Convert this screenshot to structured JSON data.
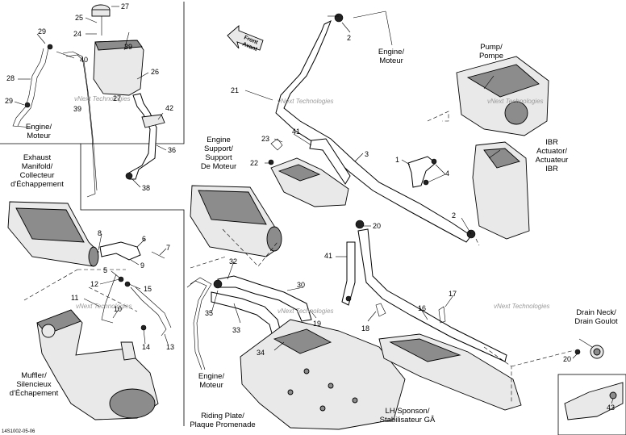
{
  "document_code": "14S1002-05-06",
  "watermark": "vNext Technologies",
  "arrow": {
    "line1": "Front",
    "line2": "Avant"
  },
  "labels": {
    "engine_moteur": "Engine/\nMoteur",
    "pump": "Pump/\nPompe",
    "ibr_actuator": "IBR\nActuator/\nActuateur\nIBR",
    "engine_support": "Engine\nSupport/\nSupport\nDe Moteur",
    "exhaust_manifold": "Exhaust\nManifold/\nCollecteur\nd'Échappement",
    "muffler": "Muffler/\nSilencieux\nd'Échapement",
    "riding_plate": "Riding Plate/\nPlaque Promenade",
    "lh_sponson": "LH Sponson/\nStabilisateur GÂ",
    "drain_neck": "Drain Neck/\nDrain Goulot"
  },
  "callouts": {
    "c1": "1",
    "c2": "2",
    "c3": "3",
    "c4": "4",
    "c5": "5",
    "c6": "6",
    "c7": "7",
    "c8": "8",
    "c9": "9",
    "c10": "10",
    "c11": "11",
    "c12": "12",
    "c13": "13",
    "c14": "14",
    "c15": "15",
    "c16": "16",
    "c17": "17",
    "c18": "18",
    "c19": "19",
    "c20": "20",
    "c21": "21",
    "c22": "22",
    "c23": "23",
    "c24": "24",
    "c25": "25",
    "c26": "26",
    "c27": "27",
    "c28": "28",
    "c29": "29",
    "c30": "30",
    "c32": "32",
    "c33": "33",
    "c34": "34",
    "c35": "35",
    "c36": "36",
    "c38": "38",
    "c39": "39",
    "c40": "40",
    "c41": "41",
    "c42": "42",
    "c43": "43"
  }
}
